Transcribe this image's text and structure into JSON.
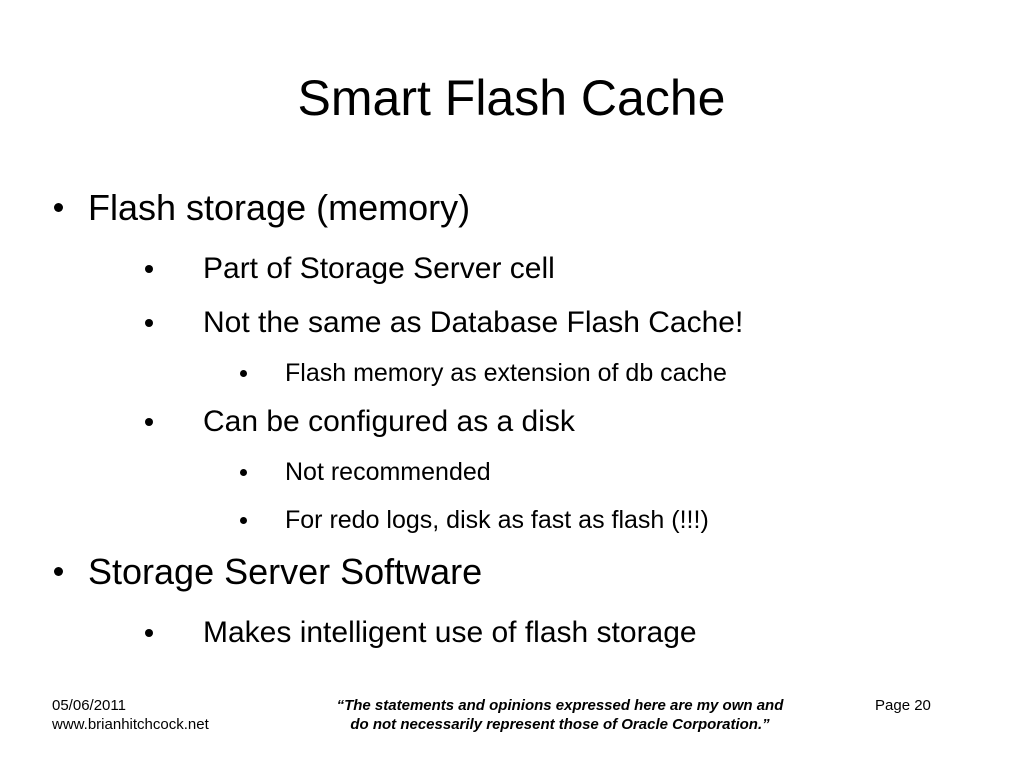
{
  "slide": {
    "title": "Smart Flash Cache",
    "bullets": [
      {
        "text": "Flash storage (memory)"
      },
      {
        "text": "Part of Storage Server cell"
      },
      {
        "text": "Not the same as Database Flash Cache!"
      },
      {
        "text": "Flash memory as extension of db cache"
      },
      {
        "text": "Can be configured as a disk"
      },
      {
        "text": "Not recommended"
      },
      {
        "text": "For redo logs, disk as fast as flash (!!!)"
      },
      {
        "text": "Storage Server Software"
      },
      {
        "text": "Makes intelligent use of flash storage"
      }
    ]
  },
  "footer": {
    "date": "05/06/2011",
    "website": "www.brianhitchcock.net",
    "disclaimer_line1": "“The statements and opinions expressed here are my own and",
    "disclaimer_line2": "do not necessarily represent those of Oracle Corporation.”",
    "page_label": "Page 20"
  }
}
